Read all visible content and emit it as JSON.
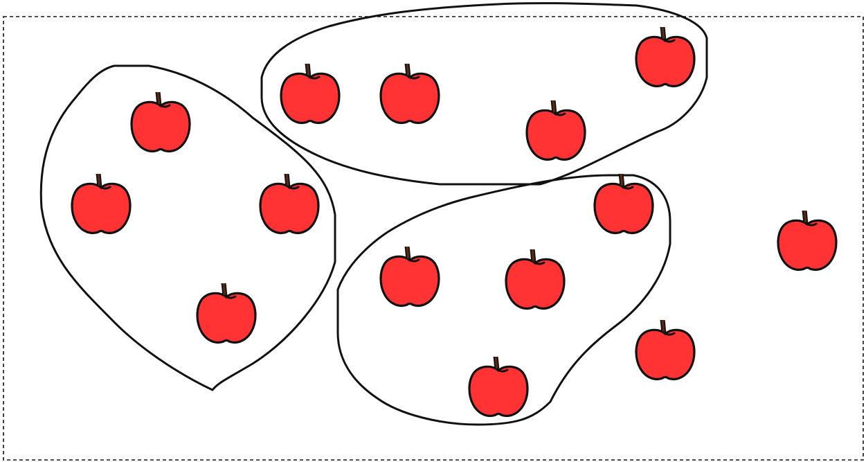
{
  "colors": {
    "background": "#ffffff",
    "apple_fill": "#ff3333",
    "apple_outline": "#111111",
    "stem": "#5a2a12",
    "group_outline": "#111111",
    "frame_dashed": "#111111"
  },
  "icons": {
    "apple": "apple-icon"
  },
  "groups": [
    {
      "id": "left",
      "apple_count": 4
    },
    {
      "id": "top",
      "apple_count": 4
    },
    {
      "id": "middle",
      "apple_count": 4
    }
  ],
  "ungrouped_apple_count": 2,
  "total_apple_count": 14
}
